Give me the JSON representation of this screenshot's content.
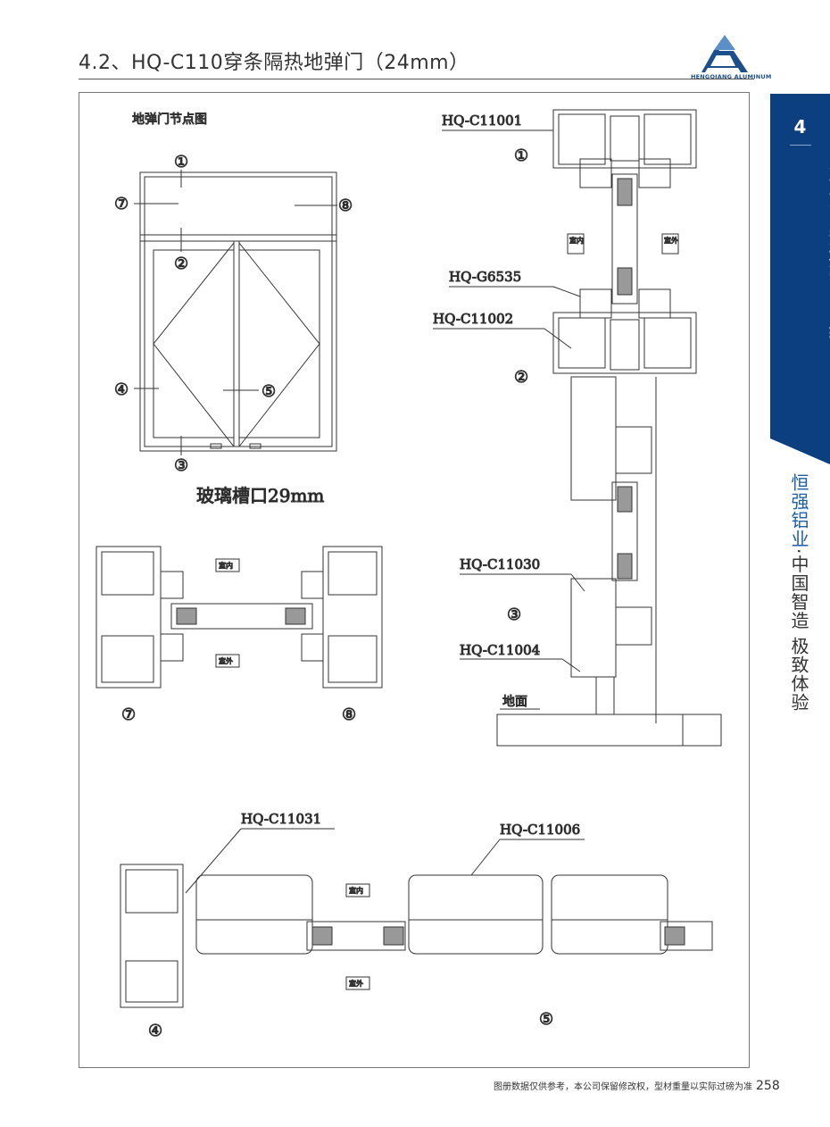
{
  "header": {
    "title": "4.2、HQ-C110穿条隔热地弹门（24mm）",
    "logo_text": "HENGQIANG ALUMINUM"
  },
  "sidebar": {
    "chapter_number": "4",
    "chapter_title": "穿条式隔热地弹门系统",
    "slogan_brand": "恒强铝业",
    "slogan_dot": "·",
    "slogan_rest": "中国智造 极致体验"
  },
  "elevation": {
    "title": "地弹门节点图",
    "glass_slot": "玻璃槽口29mm",
    "markers": {
      "m1": "①",
      "m2": "②",
      "m3": "③",
      "m4": "④",
      "m5": "⑤",
      "m7": "⑦",
      "m8": "⑧"
    }
  },
  "vertical_section": {
    "labels": {
      "c11001": "HQ-C11001",
      "g6535": "HQ-G6535",
      "c11002": "HQ-C11002",
      "c11030": "HQ-C11030",
      "c11004": "HQ-C11004"
    },
    "markers": {
      "m1": "①",
      "m2": "②",
      "m3": "③"
    },
    "indoor": "室内",
    "outdoor": "室外",
    "ground": "地面"
  },
  "section_78": {
    "indoor": "室内",
    "outdoor": "室外",
    "m7": "⑦",
    "m8": "⑧"
  },
  "section_45": {
    "c11031": "HQ-C11031",
    "c11006": "HQ-C11006",
    "indoor": "室内",
    "outdoor": "室外",
    "m4": "④",
    "m5": "⑤"
  },
  "footer": {
    "note": "图册数据仅供参考，本公司保留修改权，型材重量以实际过磅为准",
    "page": "258"
  },
  "colors": {
    "brand_blue": "#0c3f80",
    "accent_blue": "#1d5ea8"
  }
}
